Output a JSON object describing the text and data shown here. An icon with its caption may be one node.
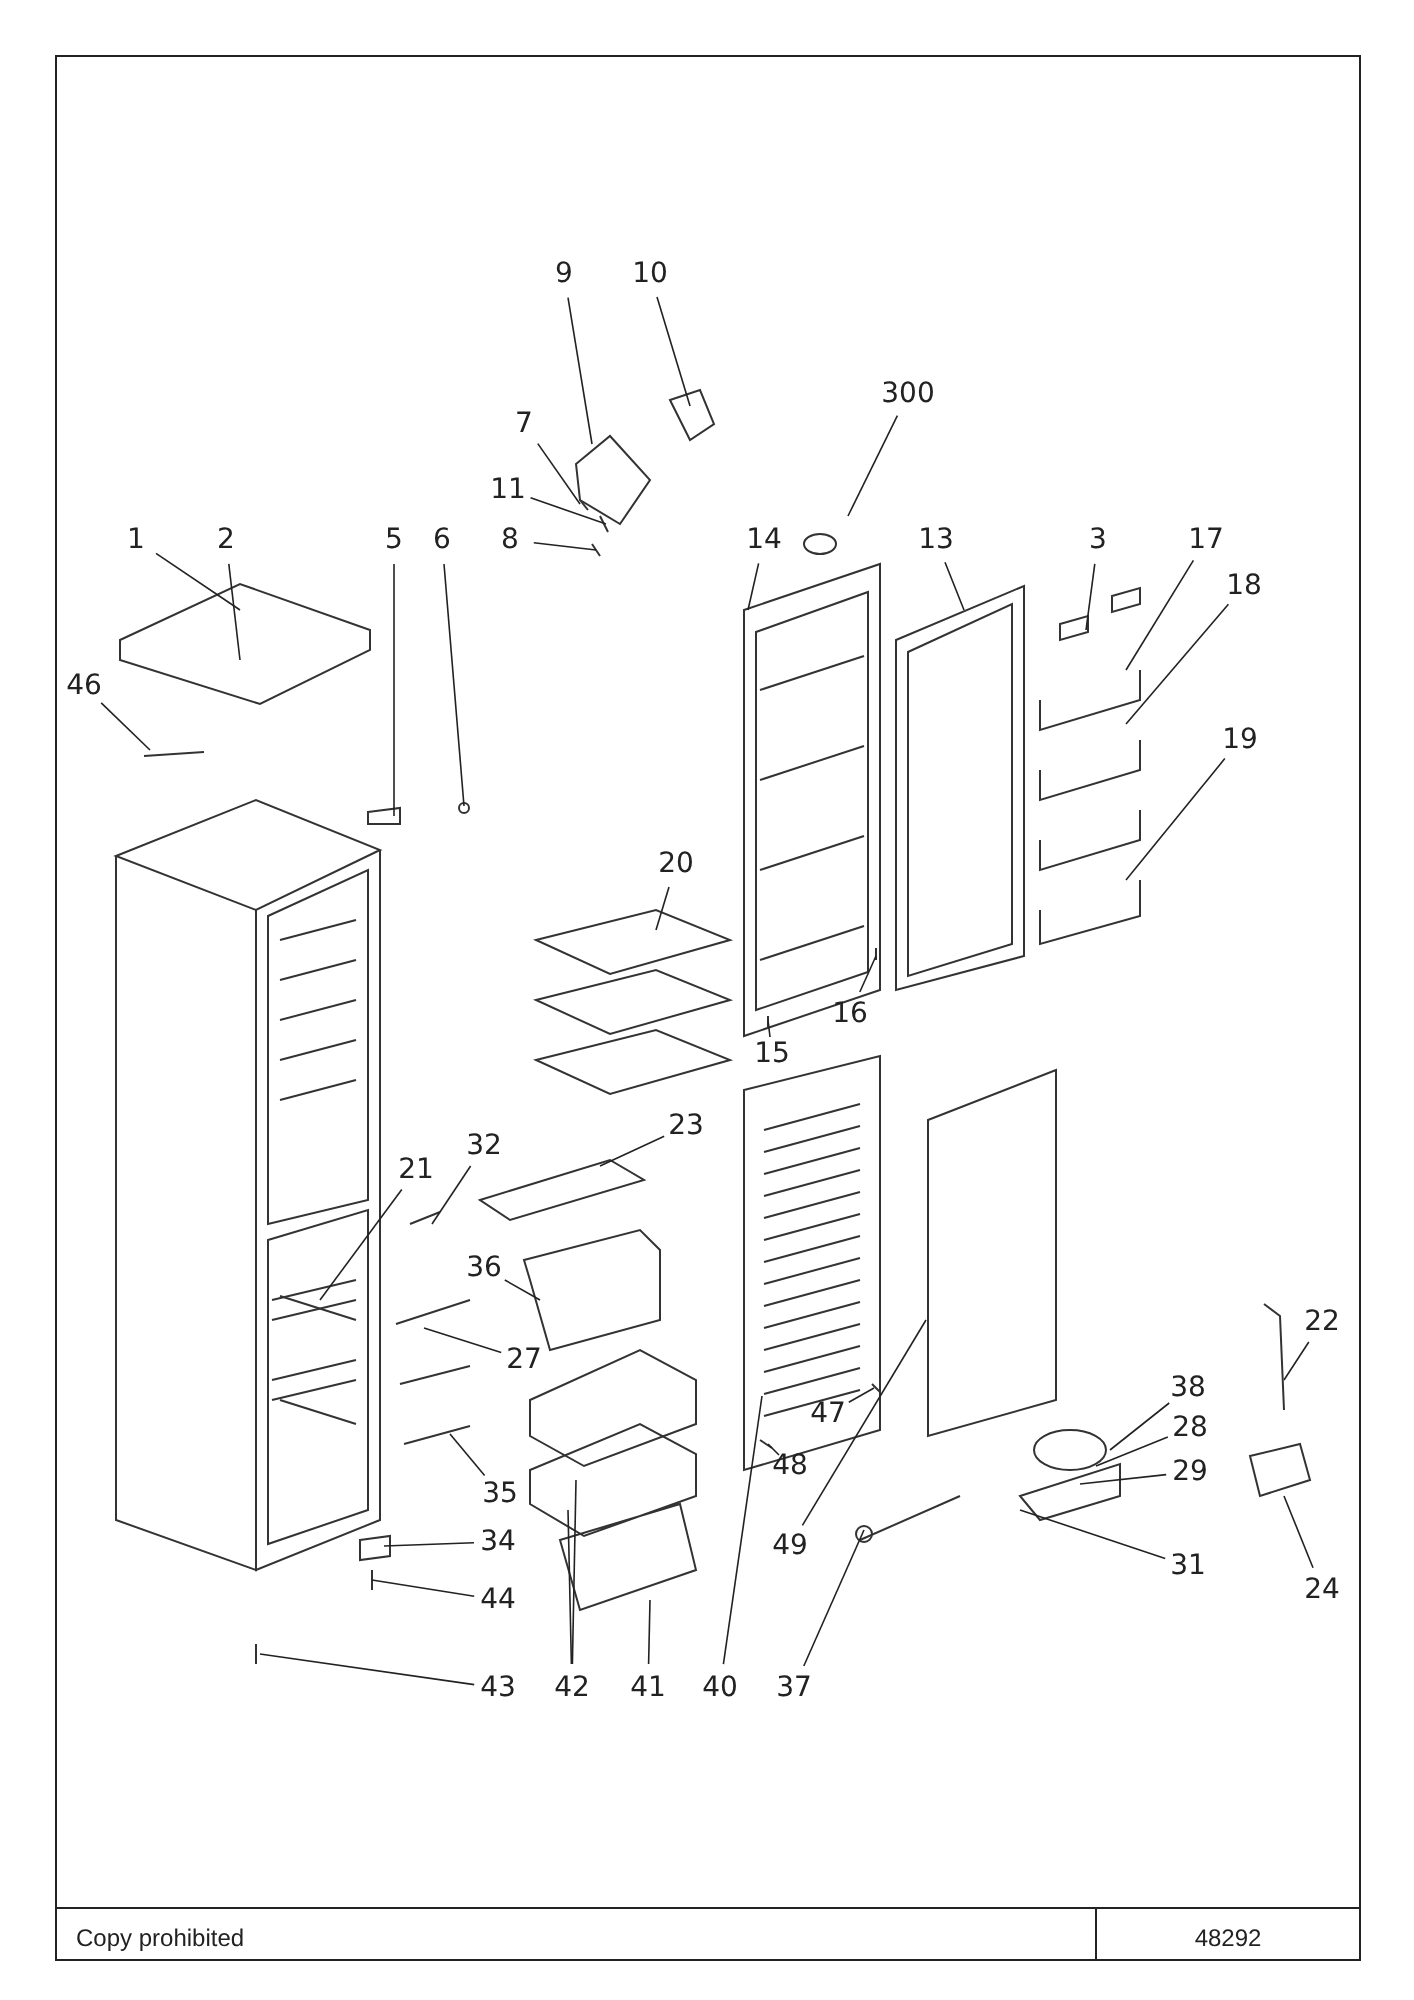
{
  "diagram": {
    "nodes": [
      {
        "text": [
          "9"
        ]
      },
      {
        "text": [
          "10"
        ]
      },
      {
        "text": [
          "300"
        ]
      },
      {
        "text": [
          "7"
        ]
      },
      {
        "text": [
          "11"
        ]
      },
      {
        "text": [
          "1"
        ]
      },
      {
        "text": [
          "2"
        ]
      },
      {
        "text": [
          "5"
        ]
      },
      {
        "text": [
          "6"
        ]
      },
      {
        "text": [
          "8"
        ]
      },
      {
        "text": [
          "14"
        ]
      },
      {
        "text": [
          "13"
        ]
      },
      {
        "text": [
          "3"
        ]
      },
      {
        "text": [
          "17"
        ]
      },
      {
        "text": [
          "18"
        ]
      },
      {
        "text": [
          "46"
        ]
      },
      {
        "text": [
          "19"
        ]
      },
      {
        "text": [
          "20"
        ]
      },
      {
        "text": [
          "16"
        ]
      },
      {
        "text": [
          "15"
        ]
      },
      {
        "text": [
          "23"
        ]
      },
      {
        "text": [
          "32"
        ]
      },
      {
        "text": [
          "21"
        ]
      },
      {
        "text": [
          "36"
        ]
      },
      {
        "text": [
          "27"
        ]
      },
      {
        "text": [
          "22"
        ]
      },
      {
        "text": [
          "47"
        ]
      },
      {
        "text": [
          "38"
        ]
      },
      {
        "text": [
          "28"
        ]
      },
      {
        "text": [
          "48"
        ]
      },
      {
        "text": [
          "29"
        ]
      },
      {
        "text": [
          "35"
        ]
      },
      {
        "text": [
          "34"
        ]
      },
      {
        "text": [
          "49"
        ]
      },
      {
        "text": [
          "31"
        ]
      },
      {
        "text": [
          "24"
        ]
      },
      {
        "text": [
          "44"
        ]
      },
      {
        "text": [
          "43"
        ]
      },
      {
        "text": [
          "42"
        ]
      },
      {
        "text": [
          "41"
        ]
      },
      {
        "text": [
          "40"
        ]
      },
      {
        "text": [
          "37"
        ]
      }
    ],
    "edges": [
      {
        "from": 0,
        "to": null,
        "arrow": "none"
      },
      {
        "from": 1,
        "to": null,
        "arrow": "none"
      },
      {
        "from": 2,
        "to": null,
        "arrow": "none"
      },
      {
        "from": 3,
        "to": null,
        "arrow": "none"
      },
      {
        "from": 4,
        "to": null,
        "arrow": "none"
      },
      {
        "from": 5,
        "to": null,
        "arrow": "none"
      },
      {
        "from": 6,
        "to": null,
        "arrow": "none"
      },
      {
        "from": 7,
        "to": null,
        "arrow": "none"
      },
      {
        "from": 8,
        "to": null,
        "arrow": "none"
      },
      {
        "from": 9,
        "to": null,
        "arrow": "none"
      },
      {
        "from": 10,
        "to": null,
        "arrow": "none"
      },
      {
        "from": 11,
        "to": null,
        "arrow": "none"
      },
      {
        "from": 12,
        "to": null,
        "arrow": "none"
      },
      {
        "from": 13,
        "to": null,
        "arrow": "none"
      },
      {
        "from": 14,
        "to": null,
        "arrow": "none"
      },
      {
        "from": 15,
        "to": null,
        "arrow": "none"
      },
      {
        "from": 16,
        "to": null,
        "arrow": "none"
      },
      {
        "from": 17,
        "to": null,
        "arrow": "none"
      },
      {
        "from": 18,
        "to": null,
        "arrow": "none"
      },
      {
        "from": 19,
        "to": null,
        "arrow": "none"
      },
      {
        "from": 20,
        "to": null,
        "arrow": "none"
      },
      {
        "from": 21,
        "to": null,
        "arrow": "none"
      },
      {
        "from": 22,
        "to": null,
        "arrow": "none"
      },
      {
        "from": 23,
        "to": null,
        "arrow": "none"
      },
      {
        "from": 24,
        "to": null,
        "arrow": "none"
      },
      {
        "from": 25,
        "to": null,
        "arrow": "none"
      },
      {
        "from": 26,
        "to": null,
        "arrow": "none"
      },
      {
        "from": 27,
        "to": null,
        "arrow": "none"
      },
      {
        "from": 28,
        "to": null,
        "arrow": "none"
      },
      {
        "from": 29,
        "to": null,
        "arrow": "none"
      },
      {
        "from": 30,
        "to": null,
        "arrow": "none"
      },
      {
        "from": 31,
        "to": null,
        "arrow": "none"
      },
      {
        "from": 32,
        "to": null,
        "arrow": "none"
      },
      {
        "from": 33,
        "to": null,
        "arrow": "none"
      },
      {
        "from": 34,
        "to": null,
        "arrow": "none"
      },
      {
        "from": 35,
        "to": null,
        "arrow": "none"
      },
      {
        "from": 36,
        "to": null,
        "arrow": "none"
      },
      {
        "from": 37,
        "to": null,
        "arrow": "none"
      },
      {
        "from": 38,
        "to": null,
        "arrow": "none"
      },
      {
        "from": 38,
        "to": null,
        "arrow": "none"
      },
      {
        "from": 39,
        "to": null,
        "arrow": "none"
      },
      {
        "from": 40,
        "to": null,
        "arrow": "none"
      },
      {
        "from": 41,
        "to": null,
        "arrow": "none"
      }
    ],
    "labels": [
      "Copy prohibited",
      "48292"
    ]
  }
}
